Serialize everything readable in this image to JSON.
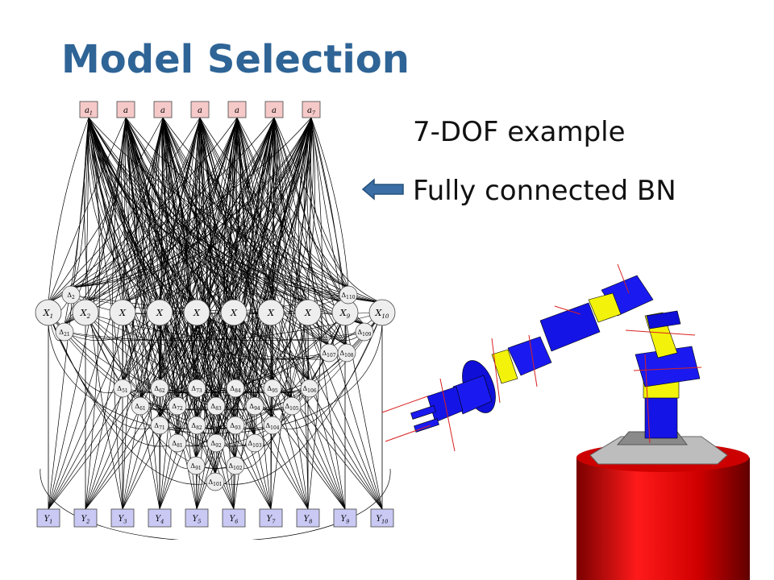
{
  "slide": {
    "title": "Model Selection",
    "bullets": [
      "7-DOF example",
      "Fully connected BN"
    ]
  },
  "diagram": {
    "top_nodes": [
      "a",
      "a",
      "a",
      "a",
      "a",
      "a",
      "a"
    ],
    "top_node_subscripts": [
      "1",
      "",
      "",
      "",
      "",
      "",
      "7"
    ],
    "x_nodes": [
      "X",
      "X",
      "X",
      "X",
      "X",
      "X",
      "X",
      "X",
      "X",
      "X"
    ],
    "x_node_subscripts": [
      "1",
      "2",
      "",
      "",
      "",
      "",
      "",
      "",
      "9",
      "10"
    ],
    "y_nodes": [
      "Y",
      "Y",
      "Y",
      "Y",
      "Y",
      "Y",
      "Y",
      "Y",
      "Y",
      "Y"
    ],
    "y_node_subscripts": [
      "1",
      "2",
      "3",
      "4",
      "5",
      "6",
      "7",
      "8",
      "9",
      "10"
    ],
    "delta_symbol": "Δ",
    "delta_labels": [
      "101",
      "91",
      "102",
      "81",
      "92",
      "103",
      "71",
      "82",
      "93",
      "104",
      "61",
      "72",
      "83",
      "94",
      "105",
      "51",
      "62",
      "73",
      "84",
      "95",
      "106",
      "21",
      "108",
      "109",
      "2",
      "110",
      "107"
    ],
    "colors": {
      "action_node": "#f6c9c9",
      "observation_node": "#c9c9f4",
      "state_node": "#eeeeee",
      "edge": "#000000"
    }
  },
  "robot": {
    "colors": {
      "link_blue": "#1a1aee",
      "joint_yellow": "#f2f20a",
      "base_red": "#e60f0f",
      "plate_gray": "#9a9a9a",
      "axis_red": "#d82020"
    }
  }
}
